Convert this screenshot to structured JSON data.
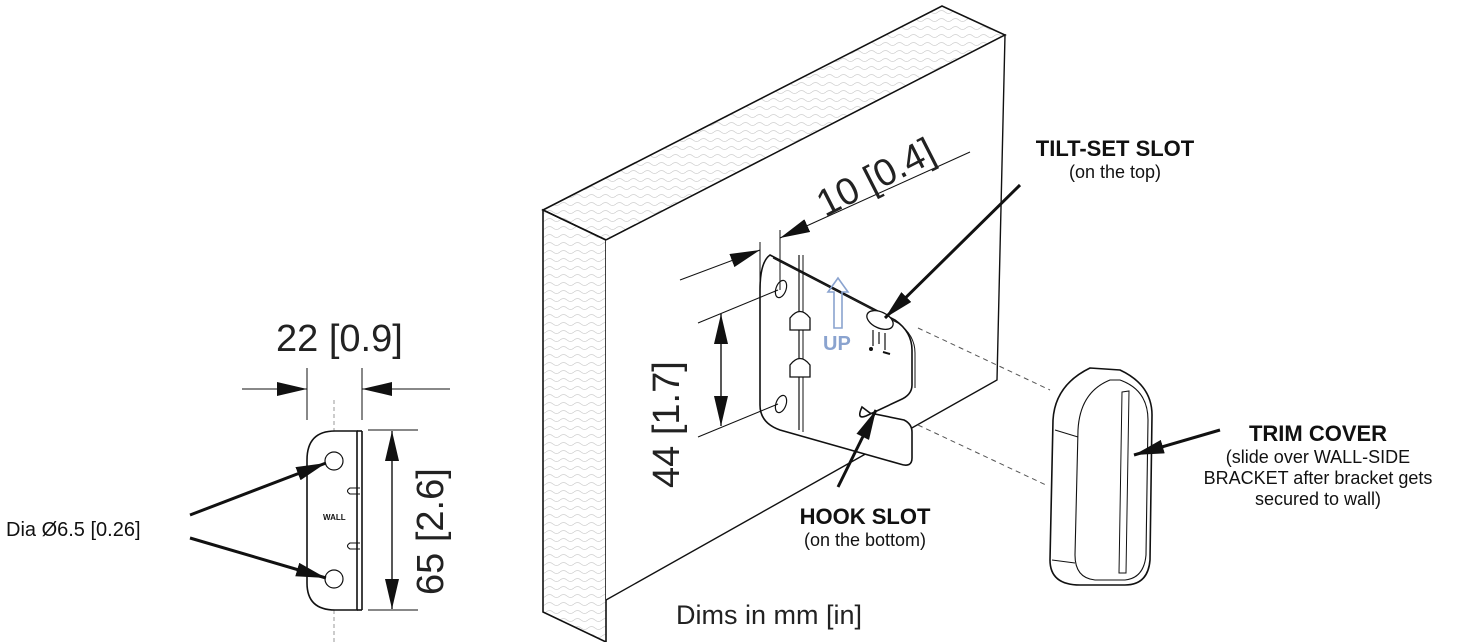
{
  "diagram": {
    "units_note": "Dims in mm [in]",
    "dimensions": {
      "bracket_width": "22 [0.9]",
      "bracket_height": "65 [2.6]",
      "hole_diameter": "Dia Ø6.5 [0.26]",
      "hole_spacing": "44 [1.7]",
      "edge_offset": "10 [0.4]"
    },
    "side_view_marking": "WALL",
    "bracket_marking": "UP",
    "callouts": {
      "tilt_set": {
        "title": "TILT-SET SLOT",
        "note": "(on the top)"
      },
      "hook": {
        "title": "HOOK SLOT",
        "note": "(on the bottom)"
      },
      "trim": {
        "title": "TRIM COVER",
        "note_lines": [
          "(slide over WALL-SIDE",
          "BRACKET after bracket gets",
          "secured to wall)"
        ]
      }
    },
    "colors": {
      "line": "#111111",
      "up_arrow": "#8aa3cf",
      "hatch": "#c8c8c8",
      "dash": "#555555"
    }
  }
}
